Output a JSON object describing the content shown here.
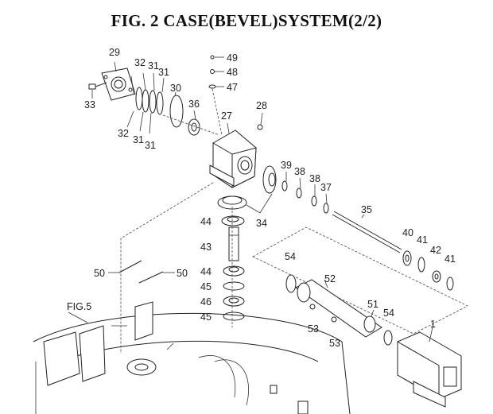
{
  "title": "FIG. 2  CASE(BEVEL)SYSTEM(2/2)",
  "reference_label": "FIG.5",
  "parts": [
    {
      "id": "p1",
      "label": "1"
    },
    {
      "id": "p27",
      "label": "27"
    },
    {
      "id": "p28",
      "label": "28"
    },
    {
      "id": "p29",
      "label": "29"
    },
    {
      "id": "p30",
      "label": "30"
    },
    {
      "id": "p31a",
      "label": "31"
    },
    {
      "id": "p31b",
      "label": "31"
    },
    {
      "id": "p31c",
      "label": "31"
    },
    {
      "id": "p31d",
      "label": "31"
    },
    {
      "id": "p32a",
      "label": "32"
    },
    {
      "id": "p32b",
      "label": "32"
    },
    {
      "id": "p33",
      "label": "33"
    },
    {
      "id": "p34",
      "label": "34"
    },
    {
      "id": "p35",
      "label": "35"
    },
    {
      "id": "p36",
      "label": "36"
    },
    {
      "id": "p37",
      "label": "37"
    },
    {
      "id": "p38a",
      "label": "38"
    },
    {
      "id": "p38b",
      "label": "38"
    },
    {
      "id": "p39",
      "label": "39"
    },
    {
      "id": "p40",
      "label": "40"
    },
    {
      "id": "p41a",
      "label": "41"
    },
    {
      "id": "p41b",
      "label": "41"
    },
    {
      "id": "p42",
      "label": "42"
    },
    {
      "id": "p43",
      "label": "43"
    },
    {
      "id": "p44a",
      "label": "44"
    },
    {
      "id": "p44b",
      "label": "44"
    },
    {
      "id": "p45a",
      "label": "45"
    },
    {
      "id": "p45b",
      "label": "45"
    },
    {
      "id": "p46",
      "label": "46"
    },
    {
      "id": "p47",
      "label": "47"
    },
    {
      "id": "p48",
      "label": "48"
    },
    {
      "id": "p49",
      "label": "49"
    },
    {
      "id": "p50a",
      "label": "50"
    },
    {
      "id": "p50b",
      "label": "50"
    },
    {
      "id": "p51",
      "label": "51"
    },
    {
      "id": "p52",
      "label": "52"
    },
    {
      "id": "p53a",
      "label": "53"
    },
    {
      "id": "p53b",
      "label": "53"
    },
    {
      "id": "p54a",
      "label": "54"
    },
    {
      "id": "p54b",
      "label": "54"
    }
  ]
}
